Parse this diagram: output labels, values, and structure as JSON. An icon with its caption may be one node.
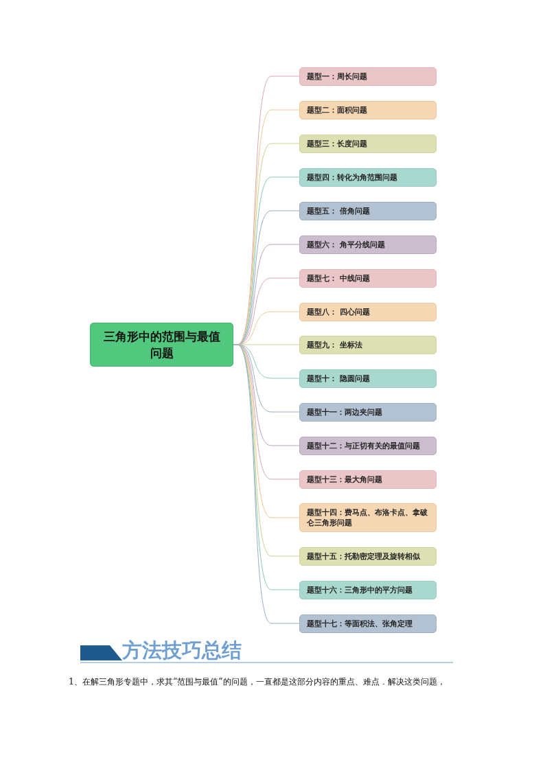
{
  "diagram": {
    "nodes": [
      {
        "text": [
          "三角形中的范围与最值问题"
        ]
      },
      {
        "text": [
          "题型一：周长问题"
        ]
      },
      {
        "text": [
          "题型二：面积问题"
        ]
      },
      {
        "text": [
          "题型三：长度问题"
        ]
      },
      {
        "text": [
          "题型四：转化为角范围问题"
        ]
      },
      {
        "text": [
          "题型五： 倍角问题"
        ]
      },
      {
        "text": [
          "题型六： 角平分线问题"
        ]
      },
      {
        "text": [
          "题型七： 中线问题"
        ]
      },
      {
        "text": [
          "题型八： 四心问题"
        ]
      },
      {
        "text": [
          "题型九： 坐标法"
        ]
      },
      {
        "text": [
          "题型十： 隐圆问题"
        ]
      },
      {
        "text": [
          "题型十一：两边夹问题"
        ]
      },
      {
        "text": [
          "题型十二：与正切有关的最值问题"
        ]
      },
      {
        "text": [
          "题型十三：最大角问题"
        ]
      },
      {
        "text": [
          "题型十四：费马点、布洛卡点、拿破仑三角形问题"
        ]
      },
      {
        "text": [
          "题型十五：托勒密定理及旋转相似"
        ]
      },
      {
        "text": [
          "题型十六：三角形中的平方问题"
        ]
      },
      {
        "text": [
          "题型十七：等面积法、张角定理"
        ]
      }
    ],
    "edges": [
      {
        "from": 0,
        "to": 1,
        "arrow": "none",
        "color": "#d9a8ae"
      },
      {
        "from": 0,
        "to": 2,
        "arrow": "none",
        "color": "#f0c890"
      },
      {
        "from": 0,
        "to": 3,
        "arrow": "none",
        "color": "#cdd08c"
      },
      {
        "from": 0,
        "to": 4,
        "arrow": "none",
        "color": "#88c8b8"
      },
      {
        "from": 0,
        "to": 5,
        "arrow": "none",
        "color": "#98aec4"
      },
      {
        "from": 0,
        "to": 6,
        "arrow": "none",
        "color": "#b8a2c0"
      },
      {
        "from": 0,
        "to": 7,
        "arrow": "none",
        "color": "#d9a8ae"
      },
      {
        "from": 0,
        "to": 8,
        "arrow": "none",
        "color": "#f0c890"
      },
      {
        "from": 0,
        "to": 9,
        "arrow": "none",
        "color": "#cdd08c"
      },
      {
        "from": 0,
        "to": 10,
        "arrow": "none",
        "color": "#88c8b8"
      },
      {
        "from": 0,
        "to": 11,
        "arrow": "none",
        "color": "#98aec4"
      },
      {
        "from": 0,
        "to": 12,
        "arrow": "none",
        "color": "#b8a2c0"
      },
      {
        "from": 0,
        "to": 13,
        "arrow": "none",
        "color": "#d9a8ae"
      },
      {
        "from": 0,
        "to": 14,
        "arrow": "none",
        "color": "#f0c890"
      },
      {
        "from": 0,
        "to": 15,
        "arrow": "none",
        "color": "#cdd08c"
      },
      {
        "from": 0,
        "to": 16,
        "arrow": "none",
        "color": "#88c8b8"
      },
      {
        "from": 0,
        "to": 17,
        "arrow": "none",
        "color": "#98aec4"
      }
    ],
    "labels": [
      "方法技巧总结",
      "1、在解三角形专题中，求其“范围与最值”的问题，一直都是这部分内容的重点、难点．解决这类问题，"
    ]
  }
}
